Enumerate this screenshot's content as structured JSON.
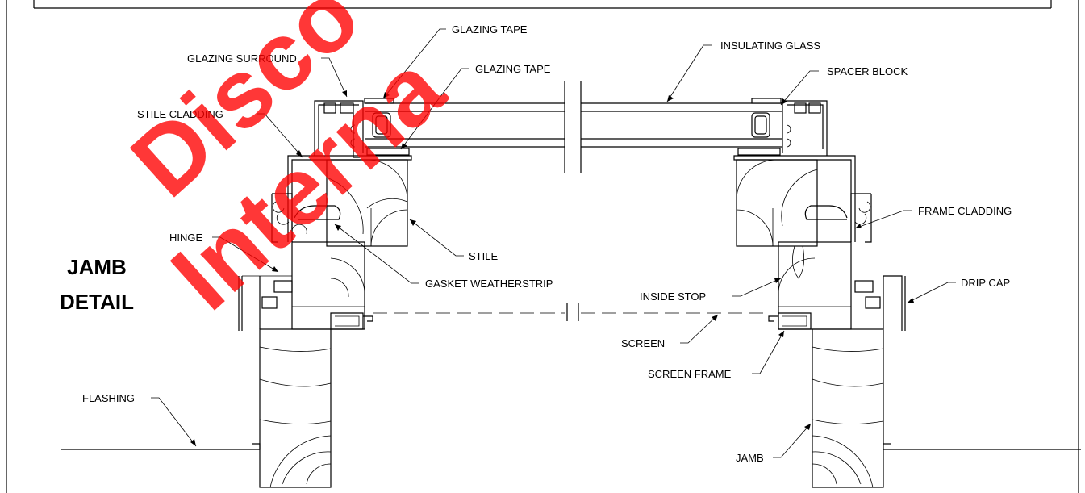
{
  "title": {
    "line1": "JAMB",
    "line2": "DETAIL"
  },
  "watermark": {
    "line1": "Disco",
    "line2": "Interna",
    "color": "#ff0000"
  },
  "labels": {
    "glazing_tape_top": "GLAZING TAPE",
    "glazing_tape_2": "GLAZING TAPE",
    "insulating_glass": "INSULATING GLASS",
    "glazing_surround": "GLAZING SURROUND",
    "spacer_block": "SPACER BLOCK",
    "stile_cladding": "STILE CLADDING",
    "frame_cladding": "FRAME CLADDING",
    "hinge": "HINGE",
    "stile": "STILE",
    "gasket_weatherstrip": "GASKET WEATHERSTRIP",
    "inside_stop": "INSIDE STOP",
    "drip_cap": "DRIP CAP",
    "screen": "SCREEN",
    "screen_frame": "SCREEN FRAME",
    "flashing": "FLASHING",
    "jamb": "JAMB"
  }
}
